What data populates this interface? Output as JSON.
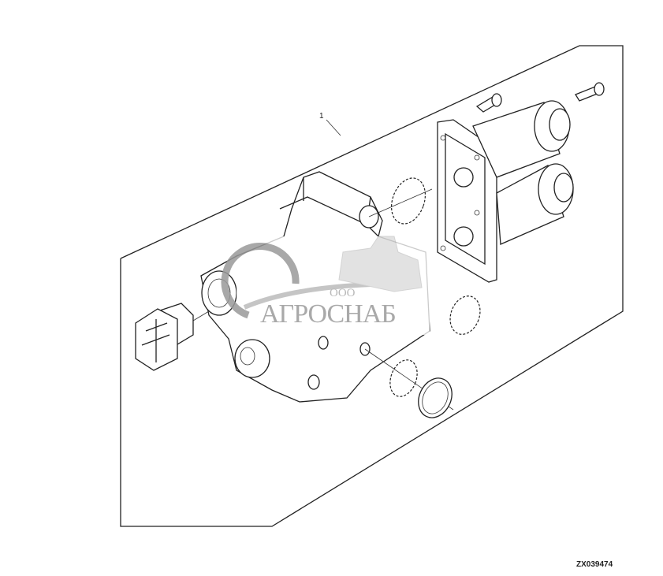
{
  "figure": {
    "id_label": "ZX039474",
    "callouts": [
      {
        "number": "1"
      }
    ]
  },
  "watermark": {
    "prefix": "ООО",
    "name": "АГРОСНАБ"
  }
}
